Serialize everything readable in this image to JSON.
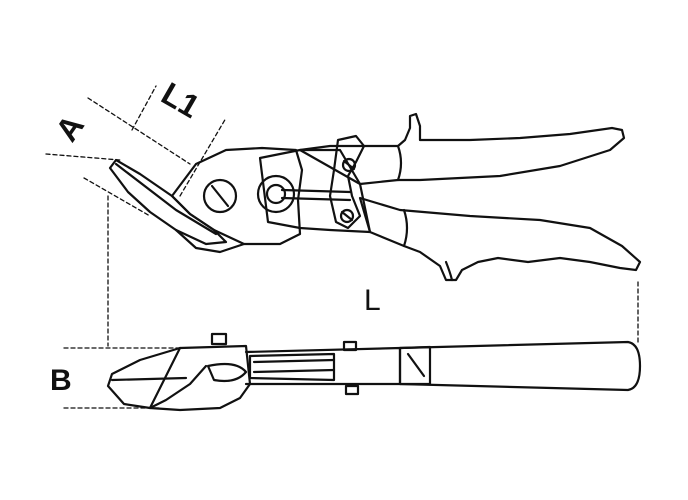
{
  "labels": {
    "a": "A",
    "l1": "L1",
    "l": "L",
    "b": "B"
  },
  "colors": {
    "ink": "#111111",
    "background": "#ffffff"
  }
}
